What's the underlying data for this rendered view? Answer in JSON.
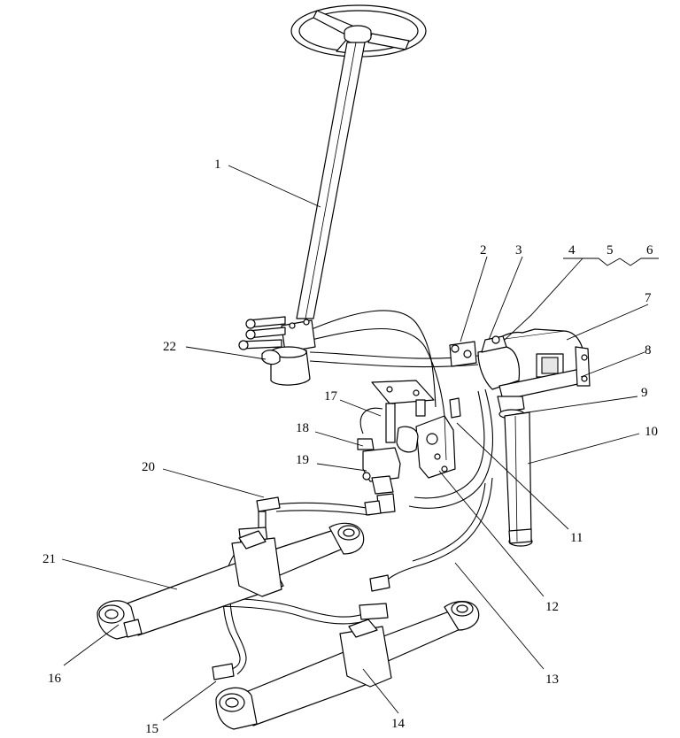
{
  "callouts": [
    "1",
    "2",
    "3",
    "4",
    "5",
    "6",
    "7",
    "8",
    "9",
    "10",
    "11",
    "12",
    "13",
    "14",
    "15",
    "16",
    "17",
    "18",
    "19",
    "20",
    "21",
    "22"
  ],
  "colors": {
    "line": "#000000",
    "background": "#ffffff",
    "shade": "#e6e6e6"
  }
}
